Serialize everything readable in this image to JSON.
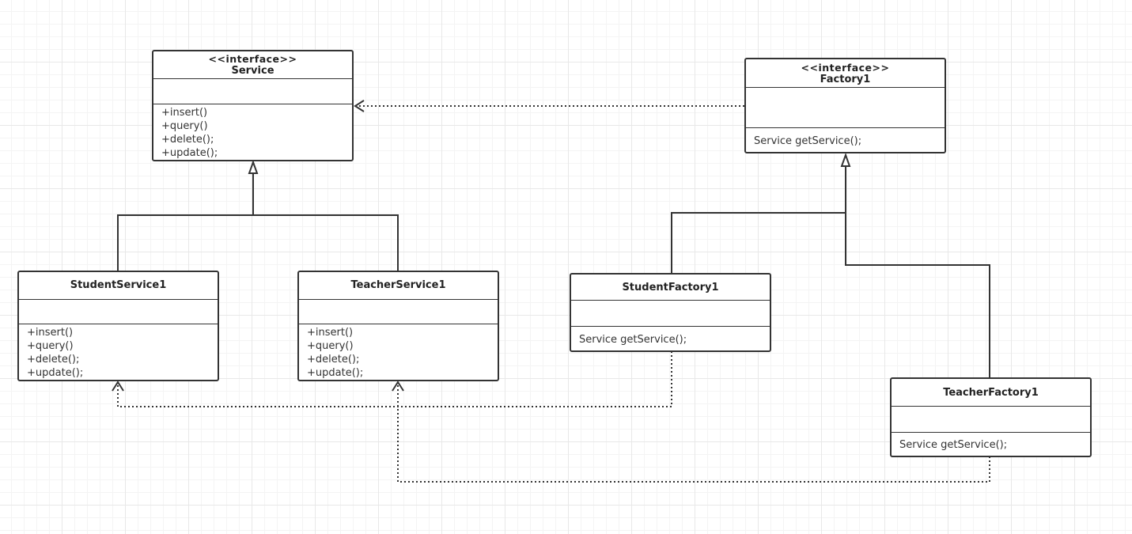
{
  "classes": {
    "service": {
      "stereotype": "<<interface>>",
      "name": "Service",
      "methods": [
        "+insert()",
        "+query()",
        "+delete();",
        "+update();"
      ]
    },
    "factory1": {
      "stereotype": "<<interface>>",
      "name": "Factory1",
      "methods": [
        "Service getService();"
      ]
    },
    "student_service1": {
      "name": "StudentService1",
      "methods": [
        "+insert()",
        "+query()",
        "+delete();",
        "+update();"
      ]
    },
    "teacher_service1": {
      "name": "TeacherService1",
      "methods": [
        "+insert()",
        "+query()",
        "+delete();",
        "+update();"
      ]
    },
    "student_factory1": {
      "name": "StudentFactory1",
      "methods": [
        "Service getService();"
      ]
    },
    "teacher_factory1": {
      "name": "TeacherFactory1",
      "methods": [
        "Service getService();"
      ]
    }
  },
  "relationships": [
    {
      "from": "student_service1",
      "to": "service",
      "kind": "realization"
    },
    {
      "from": "teacher_service1",
      "to": "service",
      "kind": "realization"
    },
    {
      "from": "student_factory1",
      "to": "factory1",
      "kind": "realization"
    },
    {
      "from": "teacher_factory1",
      "to": "factory1",
      "kind": "realization"
    },
    {
      "from": "factory1",
      "to": "service",
      "kind": "dependency"
    },
    {
      "from": "student_factory1",
      "to": "student_service1",
      "kind": "dependency"
    },
    {
      "from": "teacher_factory1",
      "to": "teacher_service1",
      "kind": "dependency"
    }
  ],
  "colors": {
    "line": "#333333",
    "box_fill": "#ffffff",
    "grid": "#e8e8e8"
  }
}
